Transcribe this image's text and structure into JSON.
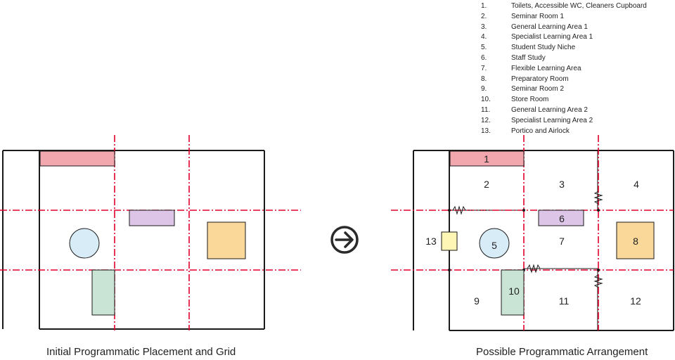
{
  "legend": [
    {
      "num": "1.",
      "label": "Toilets, Accessible WC, Cleaners Cupboard"
    },
    {
      "num": "2.",
      "label": "Seminar Room 1"
    },
    {
      "num": "3.",
      "label": "General Learning Area 1"
    },
    {
      "num": "4.",
      "label": "Specialist Learning Area 1"
    },
    {
      "num": "5.",
      "label": "Student Study Niche"
    },
    {
      "num": "6.",
      "label": "Staff Study"
    },
    {
      "num": "7.",
      "label": "Flexible Learning Area"
    },
    {
      "num": "8.",
      "label": "Preparatory Room"
    },
    {
      "num": "9.",
      "label": "Seminar Room 2"
    },
    {
      "num": "10.",
      "label": "Store Room"
    },
    {
      "num": "11.",
      "label": "General Learning Area 2"
    },
    {
      "num": "12.",
      "label": "Specialist Learning Area 2"
    },
    {
      "num": "13.",
      "label": "Portico and Airlock"
    }
  ],
  "captions": {
    "left": "Initial Programmatic Placement and Grid",
    "right": "Possible Programmatic Arrangement"
  },
  "room_numbers": {
    "r1": "1",
    "r2": "2",
    "r3": "3",
    "r4": "4",
    "r5": "5",
    "r6": "6",
    "r7": "7",
    "r8": "8",
    "r9": "9",
    "r10": "10",
    "r11": "11",
    "r12": "12",
    "r13": "13"
  },
  "colors": {
    "grid_line": "#e0002a",
    "toilets": "#f2a7ae",
    "staff_study": "#dcc5e6",
    "study_niche": "#d8ecf8",
    "prep_room": "#fad89a",
    "store_room": "#c9e4d4",
    "portico": "#fdf6b4",
    "outline": "#1a1a1a"
  },
  "icons": {
    "arrow": "circled-right-arrow-icon"
  }
}
